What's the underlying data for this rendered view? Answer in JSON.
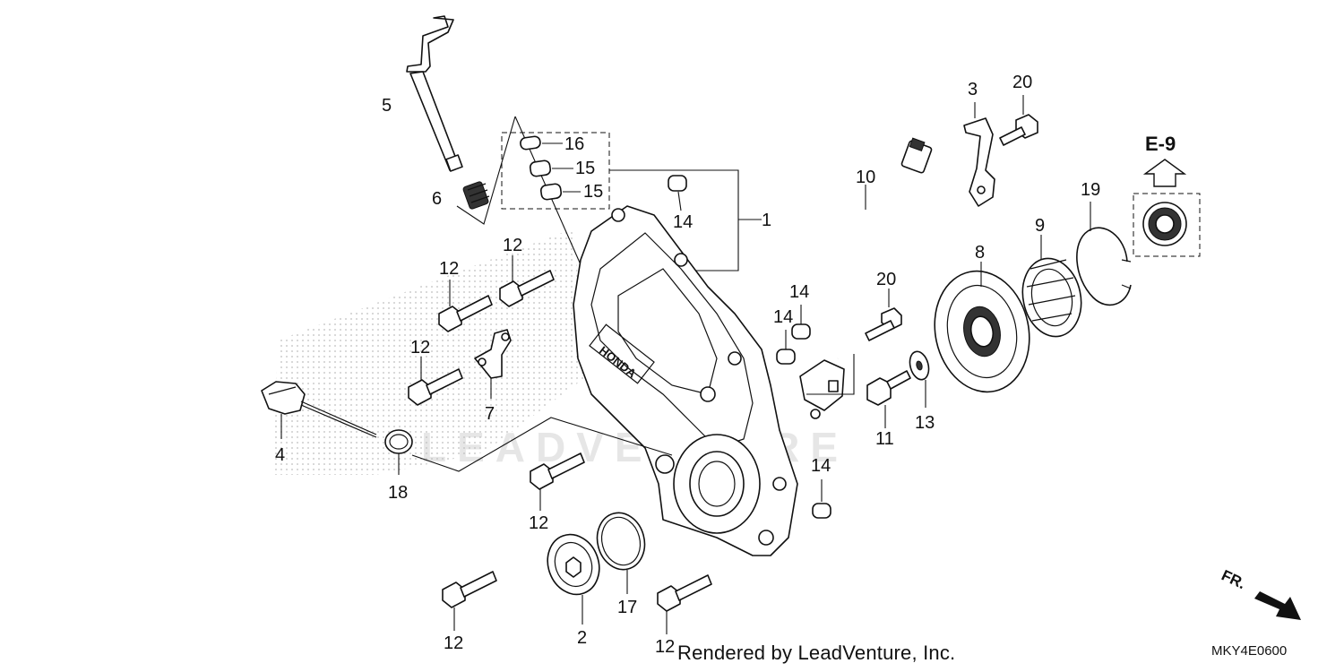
{
  "diagram": {
    "watermark": "LEADVENTURE",
    "credit": "Rendered by LeadVenture, Inc.",
    "code": "MKY4E0600",
    "ref_label": "E-9",
    "direction_label": "FR.",
    "callouts": [
      {
        "id": "c1",
        "text": "1"
      },
      {
        "id": "c2",
        "text": "2"
      },
      {
        "id": "c3",
        "text": "3"
      },
      {
        "id": "c4",
        "text": "4"
      },
      {
        "id": "c5",
        "text": "5"
      },
      {
        "id": "c6",
        "text": "6"
      },
      {
        "id": "c7",
        "text": "7"
      },
      {
        "id": "c8",
        "text": "8"
      },
      {
        "id": "c9",
        "text": "9"
      },
      {
        "id": "c10",
        "text": "10"
      },
      {
        "id": "c11",
        "text": "11"
      },
      {
        "id": "c12a",
        "text": "12"
      },
      {
        "id": "c12b",
        "text": "12"
      },
      {
        "id": "c12c",
        "text": "12"
      },
      {
        "id": "c12d",
        "text": "12"
      },
      {
        "id": "c12e",
        "text": "12"
      },
      {
        "id": "c12f",
        "text": "12"
      },
      {
        "id": "c13",
        "text": "13"
      },
      {
        "id": "c14a",
        "text": "14"
      },
      {
        "id": "c14b",
        "text": "14"
      },
      {
        "id": "c14c",
        "text": "14"
      },
      {
        "id": "c14d",
        "text": "14"
      },
      {
        "id": "c15a",
        "text": "15"
      },
      {
        "id": "c15b",
        "text": "15"
      },
      {
        "id": "c16",
        "text": "16"
      },
      {
        "id": "c17",
        "text": "17"
      },
      {
        "id": "c18",
        "text": "18"
      },
      {
        "id": "c19",
        "text": "19"
      },
      {
        "id": "c20a",
        "text": "20"
      },
      {
        "id": "c20b",
        "text": "20"
      }
    ]
  }
}
